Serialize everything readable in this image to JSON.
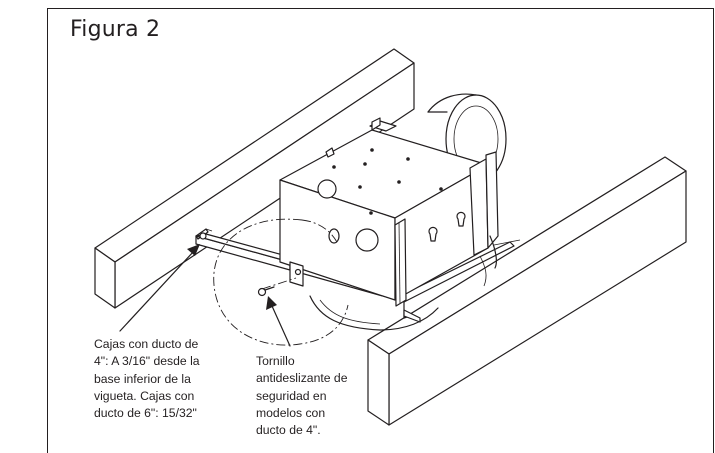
{
  "figure": {
    "title": "Figura 2"
  },
  "callouts": {
    "box_joist": {
      "lines": [
        "Cajas con ducto de",
        "4\": A 3/16\" desde la",
        "base inferior de la",
        "vigueta. Cajas con",
        "ducto de 6\": 15/32\""
      ]
    },
    "screw": {
      "lines": [
        "Tornillo",
        "antideslizante de",
        "seguridad en",
        "modelos con",
        "ducto de 4\"."
      ]
    }
  },
  "colors": {
    "ink": "#231f20",
    "paper": "#ffffff"
  }
}
